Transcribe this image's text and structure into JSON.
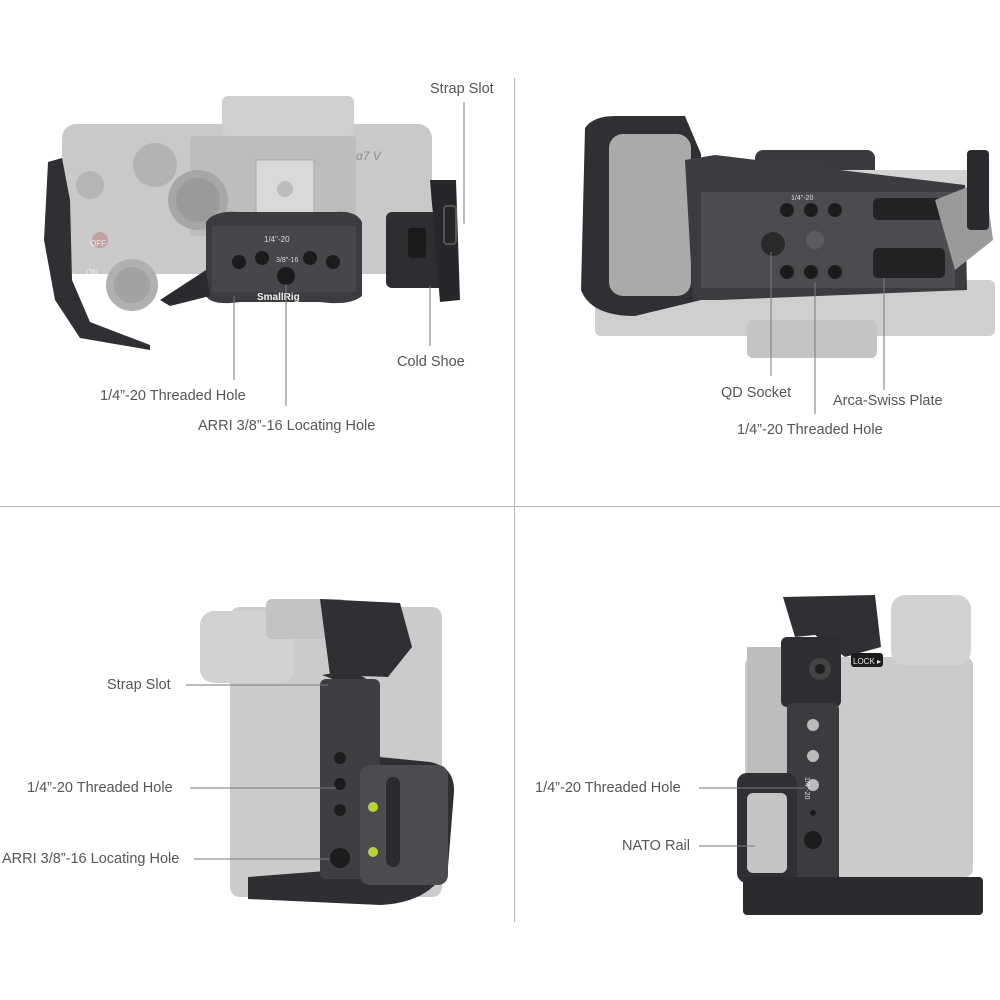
{
  "brand": "SmallRig",
  "engraving_thread": "1/4\"-20",
  "engraving_locating": "3/8\"-16",
  "cage_lock_text": "LOCK ▸",
  "camera_model": "α7 V",
  "dial_off": "OFF",
  "dial_on": "ON",
  "panels": {
    "top_view": {
      "strap_slot": "Strap Slot",
      "cold_shoe": "Cold Shoe",
      "threaded_hole": "1/4”-20 Threaded Hole",
      "locating_hole": "ARRI 3/8”-16 Locating Hole"
    },
    "bottom_view": {
      "qd_socket": "QD Socket",
      "arca_plate": "Arca-Swiss Plate",
      "threaded_hole": "1/4”-20 Threaded Hole"
    },
    "grip_side": {
      "strap_slot": "Strap Slot",
      "threaded_hole": "1/4”-20 Threaded Hole",
      "locating_hole": "ARRI 3/8”-16 Locating Hole"
    },
    "port_side": {
      "threaded_hole": "1/4”-20 Threaded Hole",
      "nato_rail": "NATO Rail"
    }
  },
  "colors": {
    "cage_dark": "#2f3033",
    "cage_mid": "#45474b",
    "camera_ghost": "#c8c8c8",
    "camera_ghost_dark": "#a9a9a9",
    "hole_green": "#b9d43a",
    "leader_line": "#7a7a7a",
    "divider": "#b8b8b8"
  }
}
